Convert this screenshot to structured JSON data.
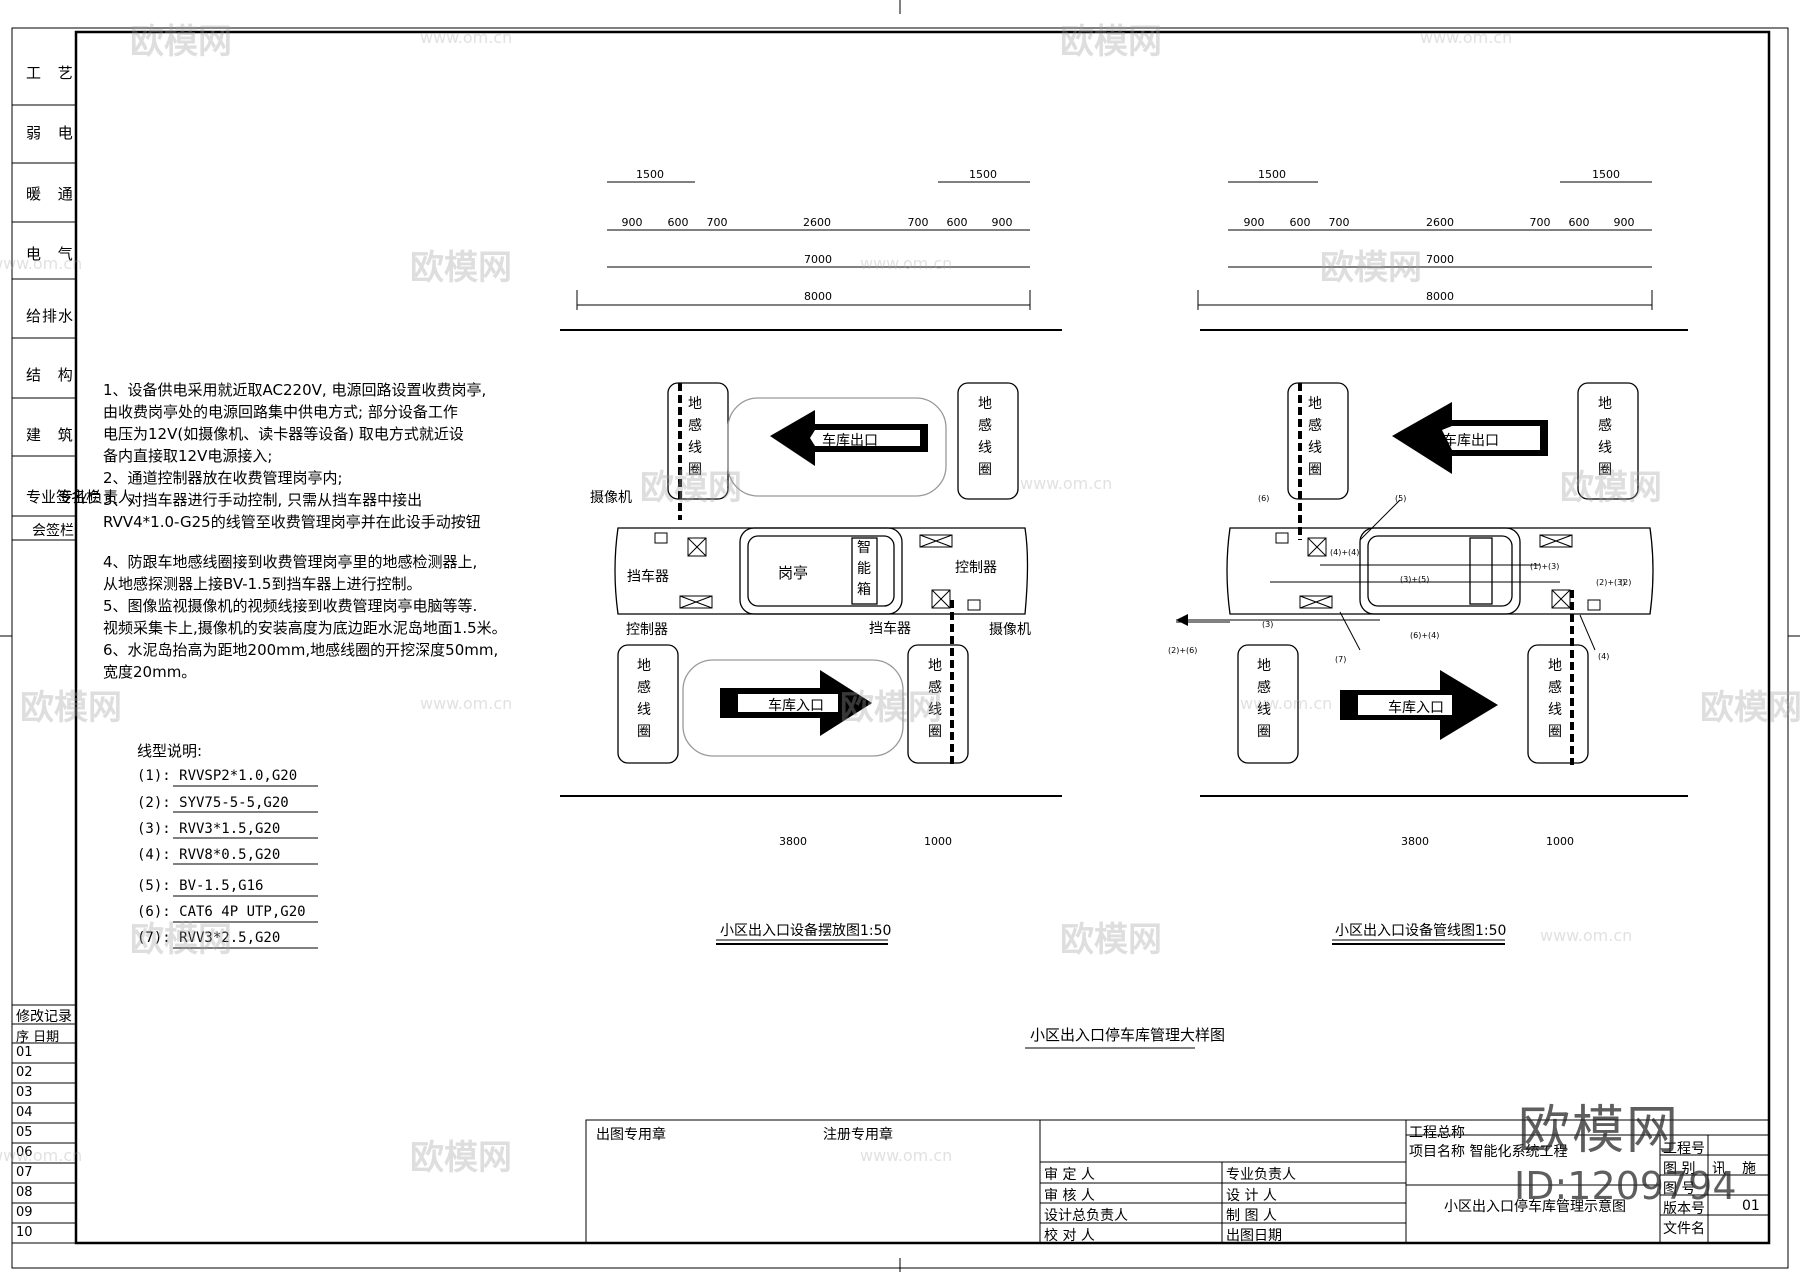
{
  "side_labels": [
    "工 艺",
    "弱 电",
    "暖 通",
    "电 气",
    "给排水",
    "结 构",
    "建 筑",
    "专业签名栏",
    "会签栏"
  ],
  "side_extra": "专业负责人",
  "notes": [
    "1、设备供电采用就近取AC220V, 电源回路设置收费岗亭,",
    "由收费岗亭处的电源回路集中供电方式; 部分设备工作",
    "电压为12V(如摄像机、读卡器等设备) 取电方式就近设",
    "备内直接取12V电源接入;",
    "2、通道控制器放在收费管理岗亭内;",
    "3、对挡车器进行手动控制, 只需从挡车器中接出",
    "RVV4*1.0-G25的线管至收费管理岗亭并在此设手动按钮",
    "",
    "4、防跟车地感线圈接到收费管理岗亭里的地感检测器上,",
    "从地感探测器上接BV-1.5到挡车器上进行控制。",
    "5、图像监视摄像机的视频线接到收费管理岗亭电脑等等.",
    "视频采集卡上,摄像机的安装高度为底边距水泥岛地面1.5米。",
    "6、水泥岛抬高为距地200mm,地感线圈的开挖深度50mm,",
    "宽度20mm。"
  ],
  "legend": {
    "title": "线型说明:",
    "items": [
      "(1): RVVSP2*1.0,G20",
      "(2): SYV75-5-5,G20",
      "(3): RVV3*1.5,G20",
      "(4): RVV8*0.5,G20",
      "(5): BV-1.5,G16",
      "(6): CAT6 4P UTP,G20",
      "(7): RVV3*2.5,G20"
    ]
  },
  "dimensions": {
    "top_left": "1500",
    "top_right": "1500",
    "row2": [
      "900",
      "600",
      "700",
      "2600",
      "700",
      "600",
      "900"
    ],
    "row3": "7000",
    "row4": "8000",
    "bottom": [
      "3800",
      "1000"
    ]
  },
  "plan_left": {
    "ground_loop": "地\n感\n线\n圈",
    "exit": "车库出口",
    "entry": "车库入口",
    "booth": "岗亭",
    "smart_box": "智\n能\n箱",
    "camera": "摄像机",
    "barrier": "挡车器",
    "controller": "控制器",
    "caption": "小区出入口设备摆放图1:50"
  },
  "plan_right": {
    "caption": "小区出入口设备管线图1:50",
    "annotations": [
      "(6)",
      "(5)",
      "(2)",
      "(4)",
      "(3)",
      "(1)+(3)",
      "(2)+(3)",
      "(2)+(6)",
      "(4)+(4)",
      "(7)",
      "(6)+(4)",
      "(3)+(5)"
    ]
  },
  "main_title": "小区出入口停车库管理大样图",
  "title_block": {
    "stamp1": "出图专用章",
    "stamp2": "注册专用章",
    "project_total": "工程总称",
    "project_name": "项目名称 智能化系统工程",
    "roles_left": [
      "审 定 人",
      "审 核 人",
      "设计总负责人",
      "校 对 人"
    ],
    "roles_right": [
      "专业负责人",
      "设 计 人",
      "制 图 人",
      "出图日期"
    ],
    "drawing_name": "小区出入口停车库管理示意图",
    "fields": [
      "工程号",
      "图 别",
      "图 号",
      "版本号",
      "文件名"
    ],
    "field_values": [
      "",
      "施",
      "",
      "01",
      ""
    ],
    "field_extra": "讯"
  },
  "revision": {
    "title": "修改记录",
    "header": "序 日期",
    "rows": [
      "01",
      "02",
      "03",
      "04",
      "05",
      "06",
      "07",
      "08",
      "09",
      "10"
    ]
  },
  "watermark": {
    "brand": "欧模网",
    "url": "www.om.cn",
    "id": "ID:1209794"
  }
}
